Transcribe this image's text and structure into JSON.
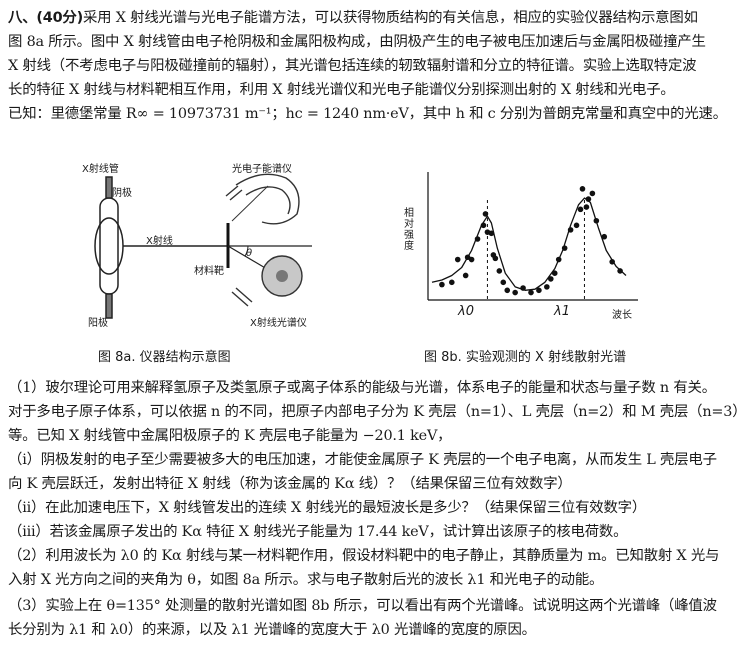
{
  "header": {
    "prefix": "八、(40分)",
    "lines": [
      "采用 X 射线光谱与光电子能谱方法，可以获得物质结构的有关信息，相应的实验仪器结构示意图如",
      "图 8a 所示。图中 X 射线管由电子枪阴极和金属阳极构成，由阴极产生的电子被电压加速后与金属阳极碰撞产生",
      "X 射线（不考虑电子与阳极碰撞前的辐射），其光谱包括连续的轫致辐射谱和分立的特征谱。实验上选取特定波",
      "长的特征 X 射线与材料靶相互作用，利用 X 射线光谱仪和光电子能谱仪分别探测出射的 X 射线和光电子。",
      "已知：里德堡常量 R∞ = 10973731 m⁻¹；hc = 1240 nm·eV，其中 h 和 c 分别为普朗克常量和真空中的光速。"
    ]
  },
  "fig_a": {
    "labels": {
      "tube": "X射线管",
      "cathode": "阴极",
      "anode": "阳极",
      "xray": "X射线",
      "target": "材料靶",
      "theta": "θ",
      "pe_spectrometer": "光电子能谱仪",
      "xray_spectrometer": "X射线光谱仪"
    },
    "caption": "图 8a. 仪器结构示意图"
  },
  "fig_b": {
    "ylabel": "相对强度",
    "xlabel": "波长",
    "lambda0": "λ0",
    "lambda1": "λ1",
    "caption": "图 8b. 实验观测的 X 射线散射光谱"
  },
  "chart_data": {
    "type": "scatter",
    "title": "",
    "xlabel": "波长",
    "ylabel": "相对强度",
    "x_ticks": [
      "λ0",
      "λ1"
    ],
    "series": [
      {
        "kind": "points",
        "x": [
          0.05,
          0.1,
          0.13,
          0.17,
          0.18,
          0.2,
          0.23,
          0.26,
          0.27,
          0.28,
          0.3,
          0.31,
          0.32,
          0.34,
          0.36,
          0.38,
          0.42,
          0.46,
          0.5,
          0.54,
          0.58,
          0.6,
          0.62,
          0.64,
          0.67,
          0.7,
          0.73,
          0.75,
          0.76,
          0.78,
          0.79,
          0.81,
          0.83,
          0.87,
          0.91,
          0.95
        ],
        "y": [
          0.1,
          0.12,
          0.32,
          0.18,
          0.34,
          0.32,
          0.5,
          0.62,
          0.72,
          0.56,
          0.55,
          0.36,
          0.33,
          0.22,
          0.12,
          0.05,
          0.03,
          0.07,
          0.03,
          0.05,
          0.08,
          0.15,
          0.2,
          0.32,
          0.42,
          0.58,
          0.62,
          0.76,
          0.94,
          0.78,
          0.85,
          0.9,
          0.66,
          0.52,
          0.3,
          0.22
        ]
      },
      {
        "kind": "fit-curve",
        "x": [
          0.0,
          0.05,
          0.1,
          0.15,
          0.2,
          0.25,
          0.28,
          0.3,
          0.33,
          0.37,
          0.42,
          0.47,
          0.52,
          0.57,
          0.62,
          0.66,
          0.7,
          0.74,
          0.77,
          0.8,
          0.84,
          0.88,
          0.93,
          0.98
        ],
        "y": [
          0.12,
          0.14,
          0.18,
          0.25,
          0.4,
          0.62,
          0.7,
          0.64,
          0.42,
          0.2,
          0.08,
          0.05,
          0.06,
          0.12,
          0.24,
          0.4,
          0.62,
          0.8,
          0.86,
          0.82,
          0.6,
          0.4,
          0.26,
          0.18
        ]
      }
    ],
    "markers": [
      {
        "label": "λ0",
        "x": 0.28
      },
      {
        "label": "λ1",
        "x": 0.77
      }
    ],
    "grid": false
  },
  "questions": [
    "（1）玻尔理论可用来解释氢原子及类氢原子或离子体系的能级与光谱，体系电子的能量和状态与量子数 n 有关。",
    "对于多电子原子体系，可以依据 n 的不同，把原子内部电子分为 K 壳层（n=1）、L 壳层（n=2）和 M 壳层（n=3）",
    "等。已知 X 射线管中金属阳极原子的 K 壳层电子能量为 −20.1 keV，",
    "（i）阴极发射的电子至少需要被多大的电压加速，才能使金属原子 K 壳层的一个电子电离，从而发生 L 壳层电子",
    "向 K 壳层跃迁，发射出特征 X 射线（称为该金属的 Kα 线）？（结果保留三位有效数字）",
    "（ii）在此加速电压下，X 射线管发出的连续 X 射线光的最短波长是多少？（结果保留三位有效数字）",
    "（iii）若该金属原子发出的 Kα 特征 X 射线光子能量为 17.44 keV，试计算出该原子的核电荷数。",
    "（2）利用波长为 λ0 的 Kα 射线与某一材料靶作用，假设材料靶中的电子静止，其静质量为 m。已知散射 X 光与",
    "入射 X 光方向之间的夹角为 θ，如图 8a 所示。求与电子散射后光的波长 λ1 和光电子的动能。",
    "（3）实验上在 θ=135° 处测量的散射光谱如图 8b 所示，可以看出有两个光谱峰。试说明这两个光谱峰（峰值波",
    "长分别为 λ1 和 λ0）的来源，以及 λ1 光谱峰的宽度大于 λ0 光谱峰的宽度的原因。"
  ]
}
